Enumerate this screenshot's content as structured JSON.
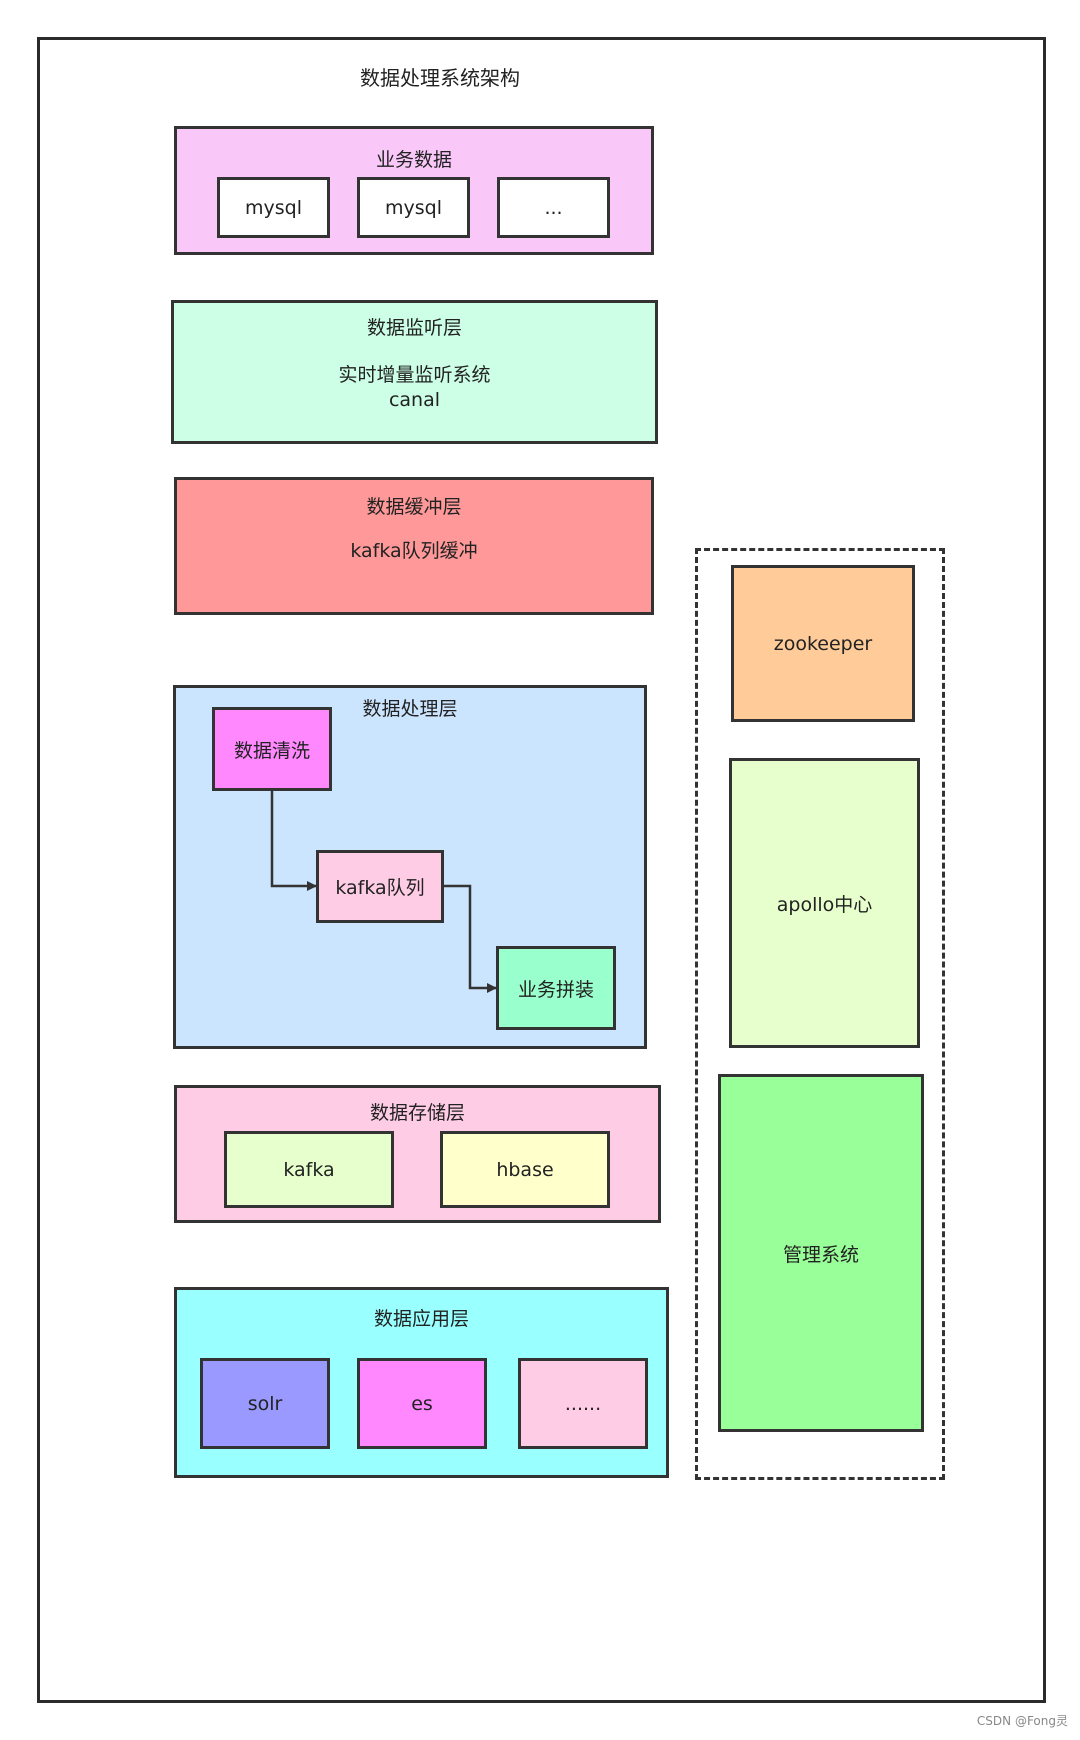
{
  "title": "数据处理系统架构",
  "footer": "CSDN @Fong灵",
  "colors": {
    "business": "#f9c8f9",
    "listen": "#ccffe6",
    "buffer": "#ff9999",
    "process": "#cce5ff",
    "clean": "#ff88ff",
    "kafka_queue": "#ffcce6",
    "assemble": "#99ffcc",
    "storage": "#ffcce6",
    "kafka_store": "#e6ffcc",
    "hbase": "#ffffcc",
    "app": "#99ffff",
    "solr": "#9999ff",
    "es": "#ff88ff",
    "app_more": "#ffcce6",
    "zookeeper": "#ffcc99",
    "apollo": "#e6ffcc",
    "admin": "#99ff99"
  },
  "business_layer": {
    "title": "业务数据",
    "items": [
      "mysql",
      "mysql",
      "..."
    ]
  },
  "listen_layer": {
    "title": "数据监听层",
    "line1": "实时增量监听系统",
    "line2": "canal"
  },
  "buffer_layer": {
    "title": "数据缓冲层",
    "text": "kafka队列缓冲"
  },
  "process_layer": {
    "title": "数据处理层",
    "clean": "数据清洗",
    "kafka_queue": "kafka队列",
    "assemble": "业务拼装"
  },
  "storage_layer": {
    "title": "数据存储层",
    "items": [
      "kafka",
      "hbase"
    ]
  },
  "app_layer": {
    "title": "数据应用层",
    "items": [
      "solr",
      "es",
      "......"
    ]
  },
  "side_panel": {
    "zookeeper": "zookeeper",
    "apollo": "apollo中心",
    "admin": "管理系统"
  }
}
